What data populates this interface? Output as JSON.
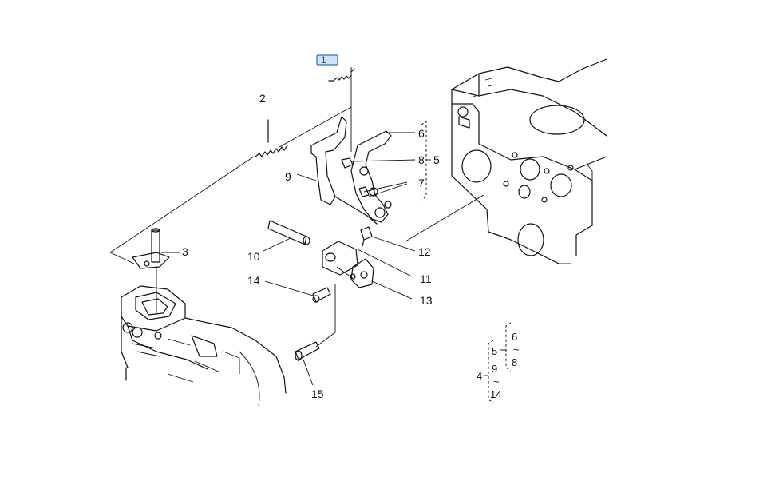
{
  "diagram": {
    "callouts": {
      "p1": "1",
      "p2": "2",
      "p3": "3",
      "p5": "5",
      "p6": "6",
      "p7": "7",
      "p8": "8",
      "p9": "9",
      "p10": "10",
      "p11": "11",
      "p12": "12",
      "p13": "13",
      "p14": "14",
      "p15": "15"
    },
    "legend": {
      "outer_label": "4",
      "inner_top": "5",
      "inner_mid": "9",
      "inner_tilde": "~",
      "inner_bottom": "14",
      "right_top": "6",
      "right_tilde": "~",
      "right_bottom": "8"
    },
    "highlight_color": "#cfe3f7"
  }
}
